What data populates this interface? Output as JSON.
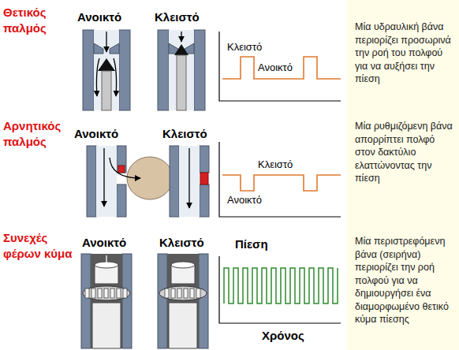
{
  "diagram": {
    "labels": [
      "Θετικός παλμός",
      "Ανοικτό",
      "Κλειστό",
      "Κλειστό",
      "Ανοικτό",
      "Μία υδραυλική βάνα περιορίζει προσωρινά την ροή του πολφού για να αυξήσει την πίεση",
      "Αρνητικός παλμός",
      "Ανοικτό",
      "Κλειστό",
      "Κλειστό",
      "Ανοικτό",
      "Μία ρυθμιζόμενη βάνα απορρίπτει πολφό στον δακτύλιο ελαττώνοντας την πίεση",
      "Συνεχές φέρων κύμα",
      "Ανοικτό",
      "Κλειστό",
      "Πίεση",
      "Χρόνος",
      "Μία περιστρεφόμενη βάνα (σειρήνα) περιορίζει την ροή πολφού για να δημιουργήσει ένα διαμορφωμένο θετικό κύμα πίεσης"
    ]
  }
}
